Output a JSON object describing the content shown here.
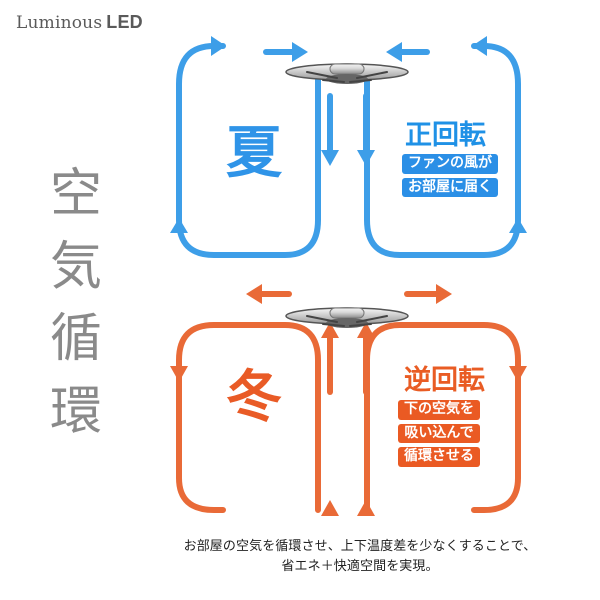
{
  "brand": {
    "name_serif": "Luminous",
    "name_bold": "LED"
  },
  "vertical_title": [
    "空",
    "気",
    "循",
    "環"
  ],
  "summer": {
    "season": "夏",
    "mode": "正回転",
    "desc": [
      "ファンの風が",
      "お部屋に届く"
    ],
    "accent": "#2f94e8"
  },
  "winter": {
    "season": "冬",
    "mode": "逆回転",
    "desc": [
      "下の空気を",
      "吸い込んで",
      "循環させる"
    ],
    "accent": "#e95b26"
  },
  "bottom_text": [
    "お部屋の空気を循環させ、上下温度差を少なくすることで、",
    "省エネ＋快適空間を実現。"
  ],
  "icons": {
    "ceiling_fan": "ceiling-fan-icon",
    "arrow": "arrow-icon"
  }
}
